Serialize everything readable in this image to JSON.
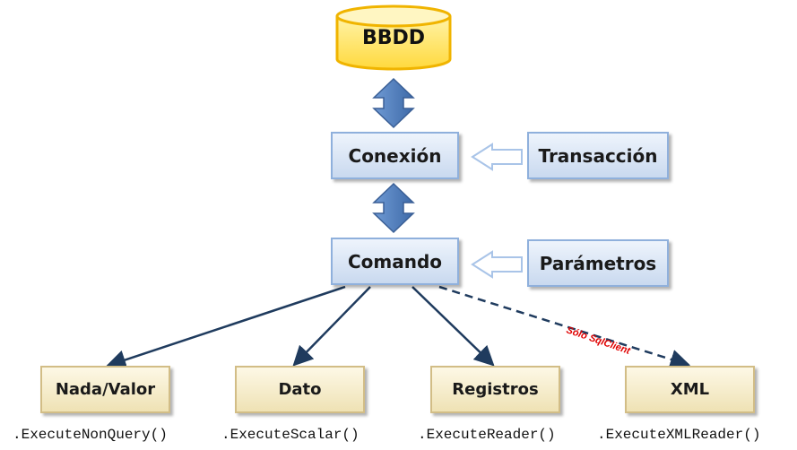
{
  "database": {
    "label": "BBDD"
  },
  "connection": {
    "label": "Conexión"
  },
  "transaction": {
    "label": "Transacción"
  },
  "command": {
    "label": "Comando"
  },
  "parameters": {
    "label": "Parámetros"
  },
  "outputs": [
    {
      "label": "Nada/Valor",
      "method": ".ExecuteNonQuery()"
    },
    {
      "label": "Dato",
      "method": ".ExecuteScalar()"
    },
    {
      "label": "Registros",
      "method": ".ExecuteReader()"
    },
    {
      "label": "XML",
      "method": ".ExecuteXMLReader()"
    }
  ],
  "xml_note": "Sólo SqlClient",
  "colors": {
    "double_arrow": "#4f7fbf",
    "hollow_arrow": "#a9c4e8",
    "connector": "#1f3b5e",
    "note": "#e00000",
    "db_fill": "#ffe66b",
    "db_stroke": "#f0b400"
  }
}
